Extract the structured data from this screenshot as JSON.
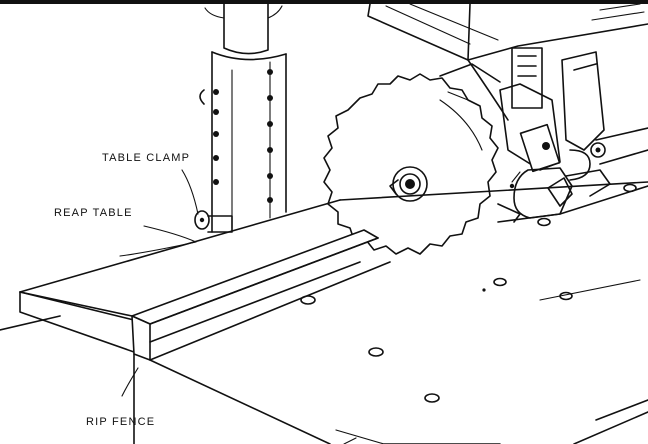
{
  "labels": {
    "table_clamp": "TABLE CLAMP",
    "reap_table": "REAP TABLE",
    "rip_fence": "RIP FENCE"
  }
}
